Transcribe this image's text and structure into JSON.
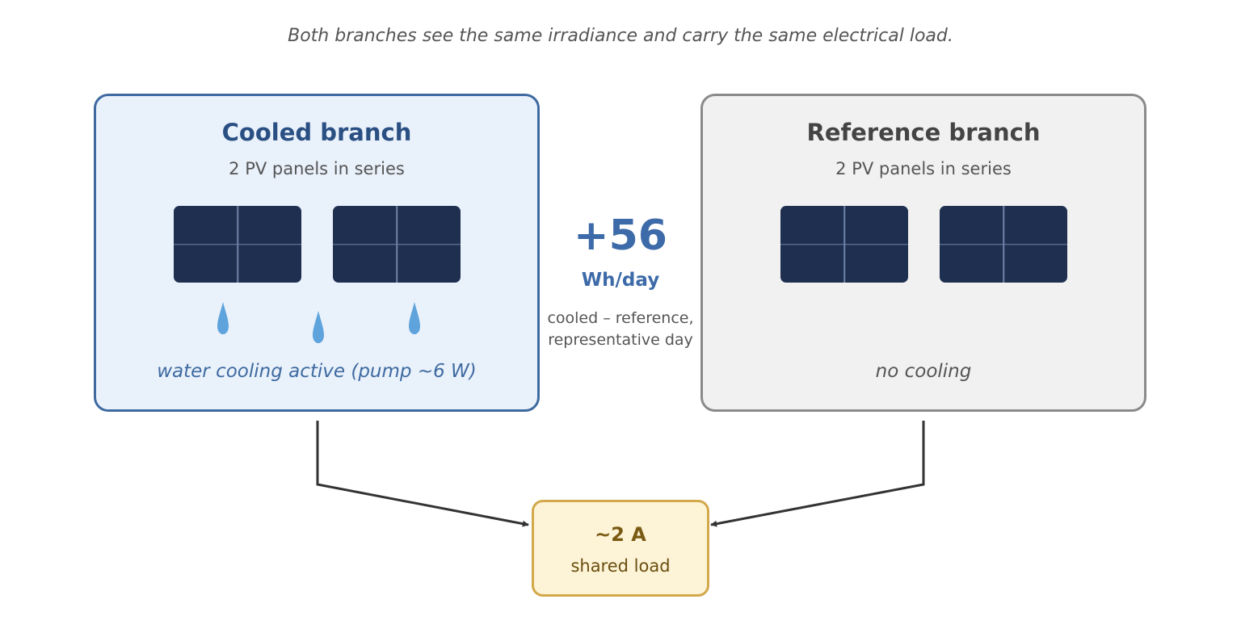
{
  "caption": "Both branches see the same irradiance and carry the same electrical load.",
  "cooled_branch": {
    "title": "Cooled branch",
    "subtitle": "2 PV panels in series",
    "note": "water cooling active (pump ~6 W)"
  },
  "reference_branch": {
    "title": "Reference branch",
    "subtitle": "2 PV panels in series",
    "note": "no cooling"
  },
  "difference": {
    "value": "+56",
    "unit": "Wh/day",
    "note_line1": "cooled – reference,",
    "note_line2": "representative day"
  },
  "load": {
    "value": "~2 A",
    "label": "shared load"
  },
  "icons": {
    "panel": "pv-panel-icon",
    "drop": "water-drop-icon",
    "arrow": "arrow-connector"
  },
  "colors": {
    "cooled_accent": "#3e6aa0",
    "reference_accent": "#8a8a8a",
    "panel_fill": "#1f2f4f",
    "drop_fill": "#5ea3db",
    "load_border": "#d2a84a"
  }
}
